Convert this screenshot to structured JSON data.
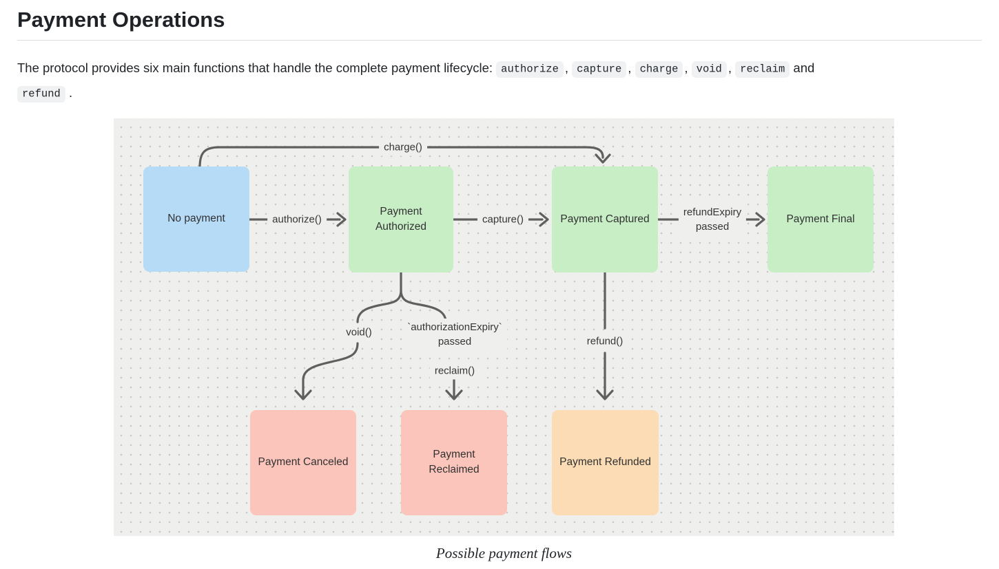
{
  "header": {
    "title": "Payment Operations"
  },
  "intro": {
    "prefix": "The protocol provides six main functions that handle the complete payment lifecycle:",
    "comma": ",",
    "conjunction": "and",
    "period": ".",
    "chips": [
      {
        "label": "authorize"
      },
      {
        "label": "capture"
      },
      {
        "label": "charge"
      },
      {
        "label": "void"
      },
      {
        "label": "reclaim"
      },
      {
        "label": "refund"
      }
    ]
  },
  "diagram": {
    "line_color": "#5f5f5f",
    "nodes": {
      "no_payment": {
        "label": "No payment",
        "fill": "#b6dbf7"
      },
      "payment_authorized": {
        "label": "Payment\nAuthorized",
        "fill": "#c8eec6"
      },
      "payment_captured": {
        "label": "Payment Captured",
        "fill": "#c8eec6"
      },
      "payment_final": {
        "label": "Payment Final",
        "fill": "#c8eec6"
      },
      "payment_canceled": {
        "label": "Payment Canceled",
        "fill": "#fbc5bb"
      },
      "payment_reclaimed": {
        "label": "Payment\nReclaimed",
        "fill": "#fbc5bb"
      },
      "payment_refunded": {
        "label": "Payment Refunded",
        "fill": "#fcdcb4"
      }
    },
    "edges": {
      "charge": "charge()",
      "authorize": "authorize()",
      "capture": "capture()",
      "refund_expiry": "refundExpiry\npassed",
      "void": "void()",
      "authorization_expiry": "`authorizationExpiry`\npassed",
      "reclaim": "reclaim()",
      "refund": "refund()"
    }
  },
  "caption": "Possible payment flows"
}
